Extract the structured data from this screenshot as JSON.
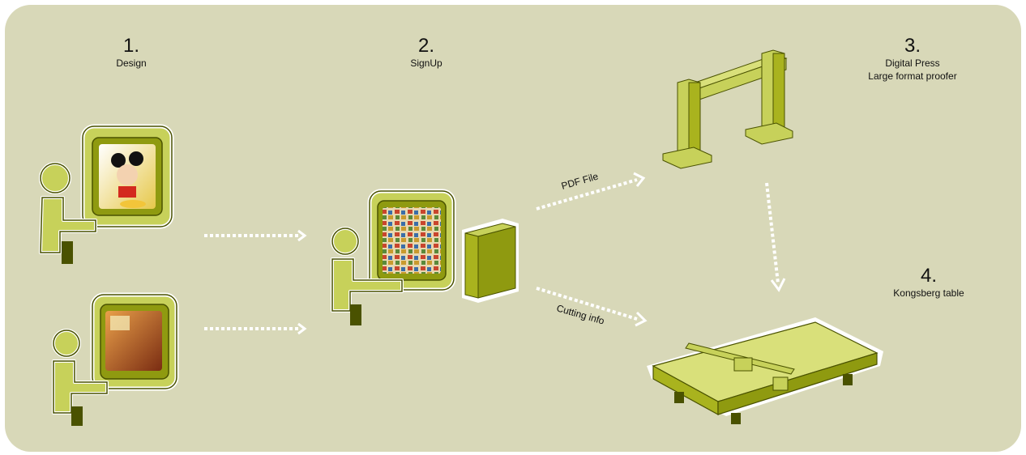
{
  "stages": [
    {
      "number": "1.",
      "label": "Design"
    },
    {
      "number": "2.",
      "label": "SignUp"
    },
    {
      "number": "3.",
      "label_line1": "Digital Press",
      "label_line2": "Large format proofer"
    },
    {
      "number": "4.",
      "label": "Kongsberg table"
    }
  ],
  "flows": {
    "pdf_label": "PDF File",
    "cutting_label": "Cutting info"
  },
  "colors": {
    "background": "#d8d8b8",
    "figure_fill": "#c7d15a",
    "figure_dark": "#8f9a10",
    "figure_outline": "#4a5200",
    "arrow": "#ffffff"
  },
  "icons": [
    "person-icon",
    "monitor-icon",
    "computer-tower-icon",
    "digital-press-icon",
    "cutting-table-icon"
  ]
}
